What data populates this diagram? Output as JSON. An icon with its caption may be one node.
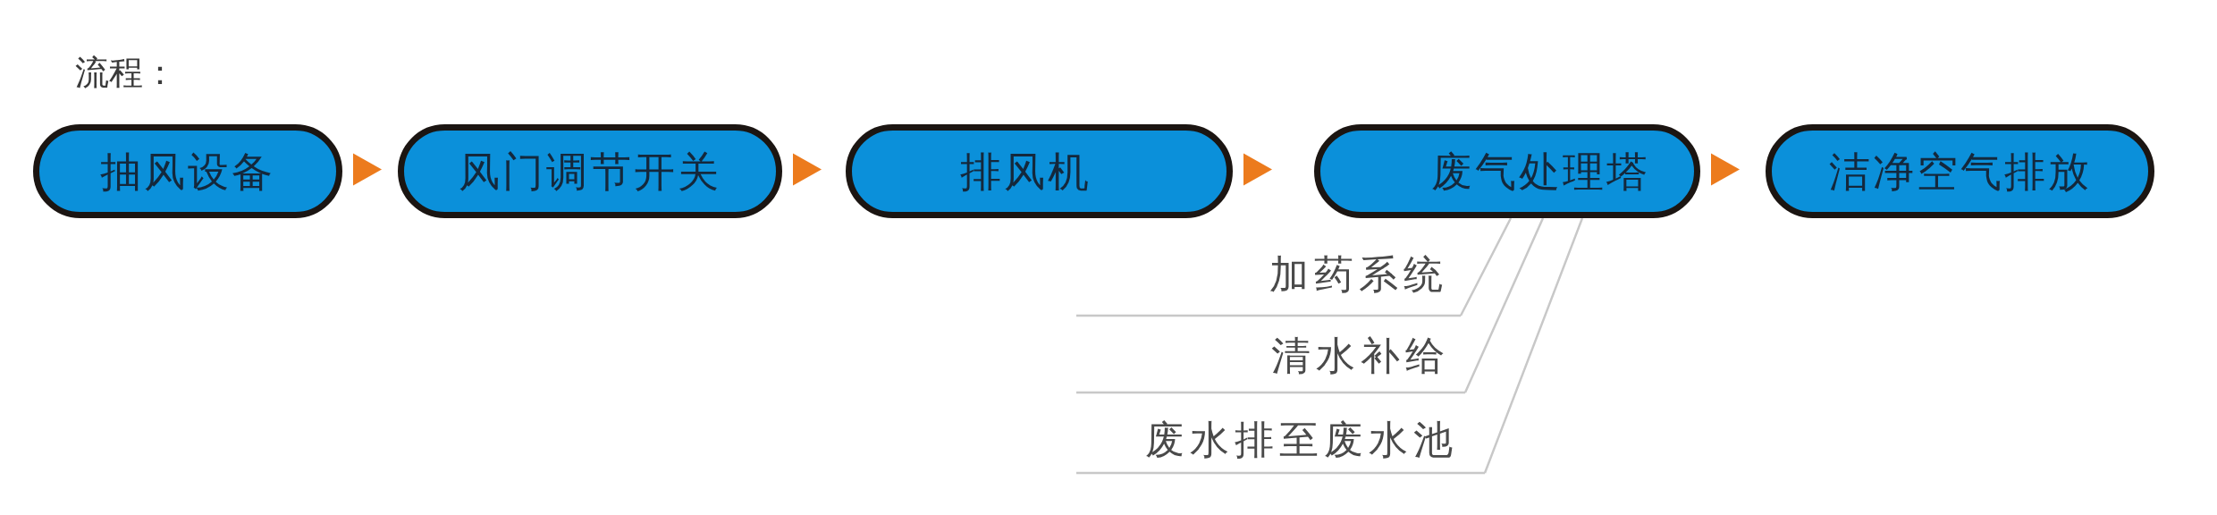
{
  "diagram": {
    "title": "流程：",
    "nodes": [
      {
        "text": [
          "抽风设备"
        ]
      },
      {
        "text": [
          "风门调节开关"
        ]
      },
      {
        "text": [
          "排风机"
        ]
      },
      {
        "text": [
          "废气处理塔"
        ]
      },
      {
        "text": [
          "洁净空气排放"
        ]
      },
      {
        "text": [
          "加药系统"
        ]
      },
      {
        "text": [
          "清水补给"
        ]
      },
      {
        "text": [
          "废水排至废水池"
        ]
      }
    ],
    "edges": [
      {
        "from": 0,
        "to": 1,
        "arrow": "to"
      },
      {
        "from": 1,
        "to": 2,
        "arrow": "to"
      },
      {
        "from": 2,
        "to": 3,
        "arrow": "to"
      },
      {
        "from": 3,
        "to": 4,
        "arrow": "to"
      },
      {
        "from": 5,
        "to": 3,
        "arrow": "none",
        "color": "#c8c8c8"
      },
      {
        "from": 6,
        "to": 3,
        "arrow": "none",
        "color": "#c8c8c8"
      },
      {
        "from": 7,
        "to": 3,
        "arrow": "none",
        "color": "#c8c8c8"
      }
    ]
  }
}
